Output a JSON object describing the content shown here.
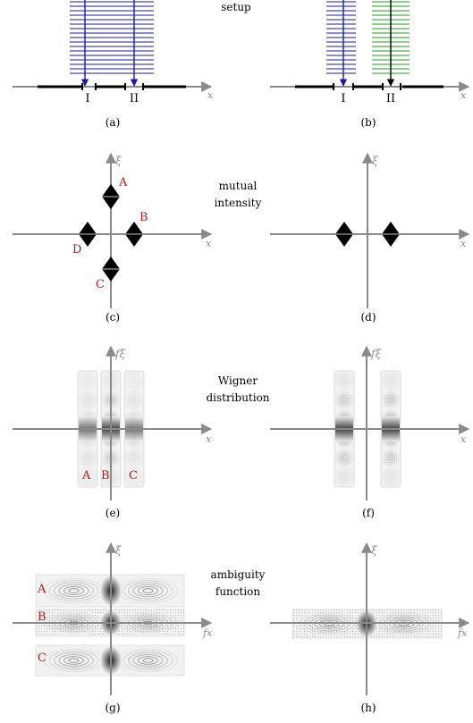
{
  "row_labels": {
    "setup": "setup",
    "mutual_1": "mutual",
    "mutual_2": "intensity",
    "wigner_1": "Wigner",
    "wigner_2": "distribution",
    "ambiguity_1": "ambiguity",
    "ambiguity_2": "function"
  },
  "panels": {
    "a": "(a)",
    "b": "(b)",
    "c": "(c)",
    "d": "(d)",
    "e": "(e)",
    "f": "(f)",
    "g": "(g)",
    "h": "(h)"
  },
  "axes": {
    "x": "x",
    "xi": "ξ",
    "f_xi": "fξ",
    "f_x": "fx"
  },
  "slits": {
    "one": "I",
    "two": "II"
  },
  "markers": {
    "A": "A",
    "B": "B",
    "C": "C",
    "D": "D"
  },
  "colors": {
    "blue": "#1a1aa6",
    "green": "#1e9e1e",
    "red": "#b01c1c",
    "axis": "#8a8a8a",
    "black": "#000000"
  }
}
